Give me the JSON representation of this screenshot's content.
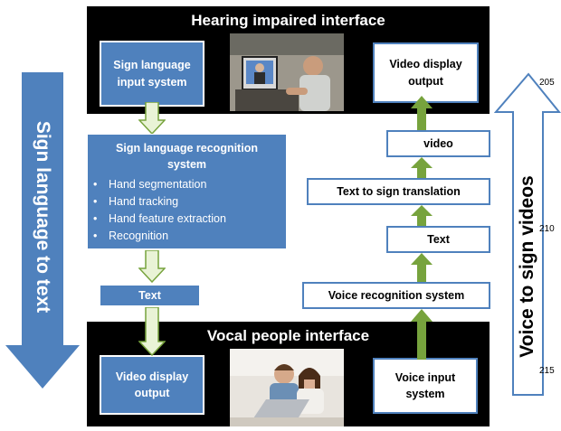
{
  "top_panel": {
    "title": "Hearing impaired interface",
    "input_box": "Sign language input system",
    "output_box": "Video display output"
  },
  "bottom_panel": {
    "title": "Vocal people interface",
    "output_box": "Video display output",
    "input_box": "Voice input system"
  },
  "left_flow": {
    "arrow_label": "Sign language to text",
    "recognition": {
      "title": "Sign language recognition system",
      "steps": [
        "Hand segmentation",
        "Hand tracking",
        "Hand feature extraction",
        "Recognition"
      ]
    },
    "text_box": "Text"
  },
  "right_flow": {
    "arrow_label": "Voice to sign videos",
    "boxes": [
      "video",
      "Text to sign translation",
      "Text",
      "Voice recognition system"
    ]
  },
  "line_numbers": [
    "205",
    "210",
    "215"
  ],
  "colors": {
    "blue": "#4f81bd",
    "light_arrow": "#e9f3d6",
    "green_arrow": "#77a33d",
    "panel_black": "#000000"
  }
}
